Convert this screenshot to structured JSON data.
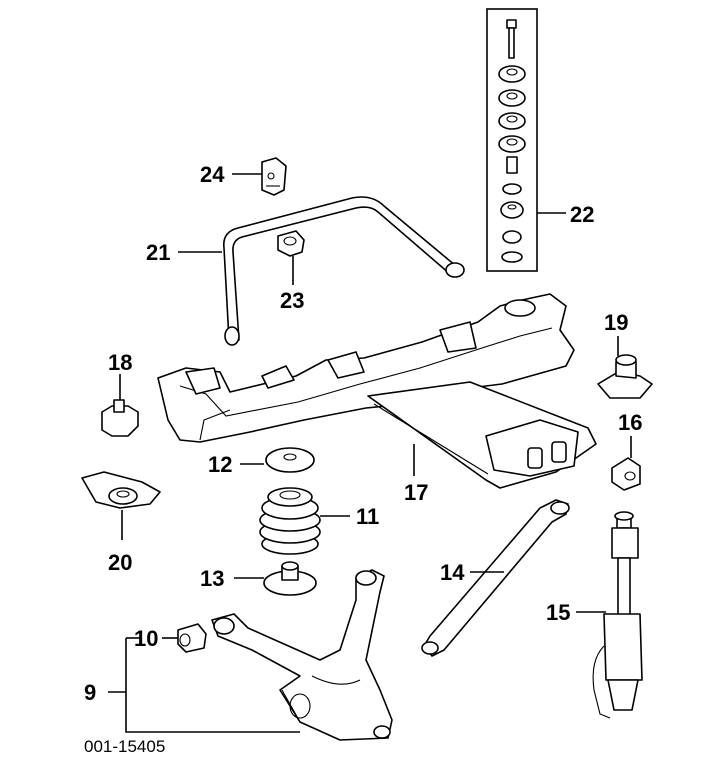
{
  "diagram_code": "001-15405",
  "callouts": [
    "9",
    "10",
    "11",
    "12",
    "13",
    "14",
    "15",
    "16",
    "17",
    "18",
    "19",
    "20",
    "21",
    "22",
    "23",
    "24"
  ]
}
